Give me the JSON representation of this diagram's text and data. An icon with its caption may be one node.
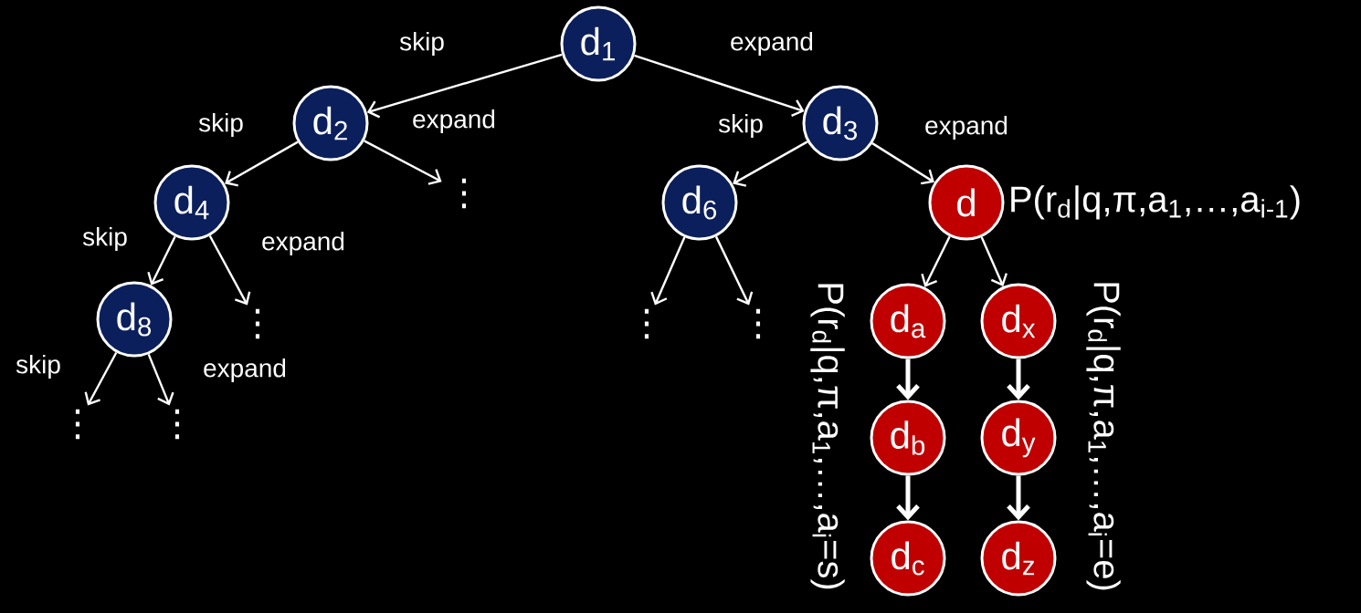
{
  "diagram": {
    "nodes": [
      {
        "text": [
          "d$_{1}$"
        ]
      },
      {
        "text": [
          "d$_{2}$"
        ]
      },
      {
        "text": [
          "d$_{3}$"
        ]
      },
      {
        "text": [
          "d$_{4}$"
        ]
      },
      {
        "text": [
          "⋮"
        ]
      },
      {
        "text": [
          "d$_{6}$"
        ]
      },
      {
        "text": [
          "d"
        ],
        "beside": [
          "P(r$_{d}$|q,π,a$_{1}$,…,a$_{i-1}$)"
        ]
      },
      {
        "text": [
          "d$_{8}$"
        ]
      },
      {
        "text": [
          "⋮"
        ]
      },
      {
        "text": [
          "⋮"
        ]
      },
      {
        "text": [
          "⋮"
        ]
      },
      {
        "text": [
          "d$_{a}$"
        ]
      },
      {
        "text": [
          "d$_{x}$"
        ]
      },
      {
        "text": [
          "d$_{b}$"
        ]
      },
      {
        "text": [
          "d$_{y}$"
        ]
      },
      {
        "text": [
          "d$_{c}$"
        ]
      },
      {
        "text": [
          "d$_{z}$"
        ]
      },
      {
        "text": [
          "⋮"
        ]
      },
      {
        "text": [
          "⋮"
        ]
      }
    ],
    "edges": [
      {
        "from": 0,
        "to": 1,
        "arrow": "to",
        "label": "skip"
      },
      {
        "from": 0,
        "to": 2,
        "arrow": "to",
        "label": "expand"
      },
      {
        "from": 1,
        "to": 3,
        "arrow": "to",
        "label": "skip"
      },
      {
        "from": 1,
        "to": 4,
        "arrow": "to",
        "label": "expand"
      },
      {
        "from": 2,
        "to": 5,
        "arrow": "to",
        "label": "skip"
      },
      {
        "from": 2,
        "to": 6,
        "arrow": "to",
        "label": "expand"
      },
      {
        "from": 3,
        "to": 7,
        "arrow": "to",
        "label": "skip"
      },
      {
        "from": 3,
        "to": 8,
        "arrow": "to",
        "label": "expand"
      },
      {
        "from": 5,
        "to": 9,
        "arrow": "to"
      },
      {
        "from": 5,
        "to": 10,
        "arrow": "to"
      },
      {
        "from": 6,
        "to": 11,
        "arrow": "to"
      },
      {
        "from": 6,
        "to": 12,
        "arrow": "to"
      },
      {
        "from": 7,
        "to": 17,
        "arrow": "to",
        "label": "skip"
      },
      {
        "from": 7,
        "to": 18,
        "arrow": "to",
        "label": "expand"
      },
      {
        "from": 11,
        "to": 13,
        "arrow": "to",
        "style": "thick"
      },
      {
        "from": 13,
        "to": 15,
        "arrow": "to",
        "style": "thick"
      },
      {
        "from": 12,
        "to": 14,
        "arrow": "to",
        "style": "thick"
      },
      {
        "from": 14,
        "to": 16,
        "arrow": "to",
        "style": "thick"
      }
    ],
    "labels": [
      "P(r$_{d}$|q,π,a$_{1}$,…,a$_{i}$=s)",
      "P(r$_{d}$|q,π,a$_{1}$,…,a$_{i}$=e)"
    ]
  }
}
